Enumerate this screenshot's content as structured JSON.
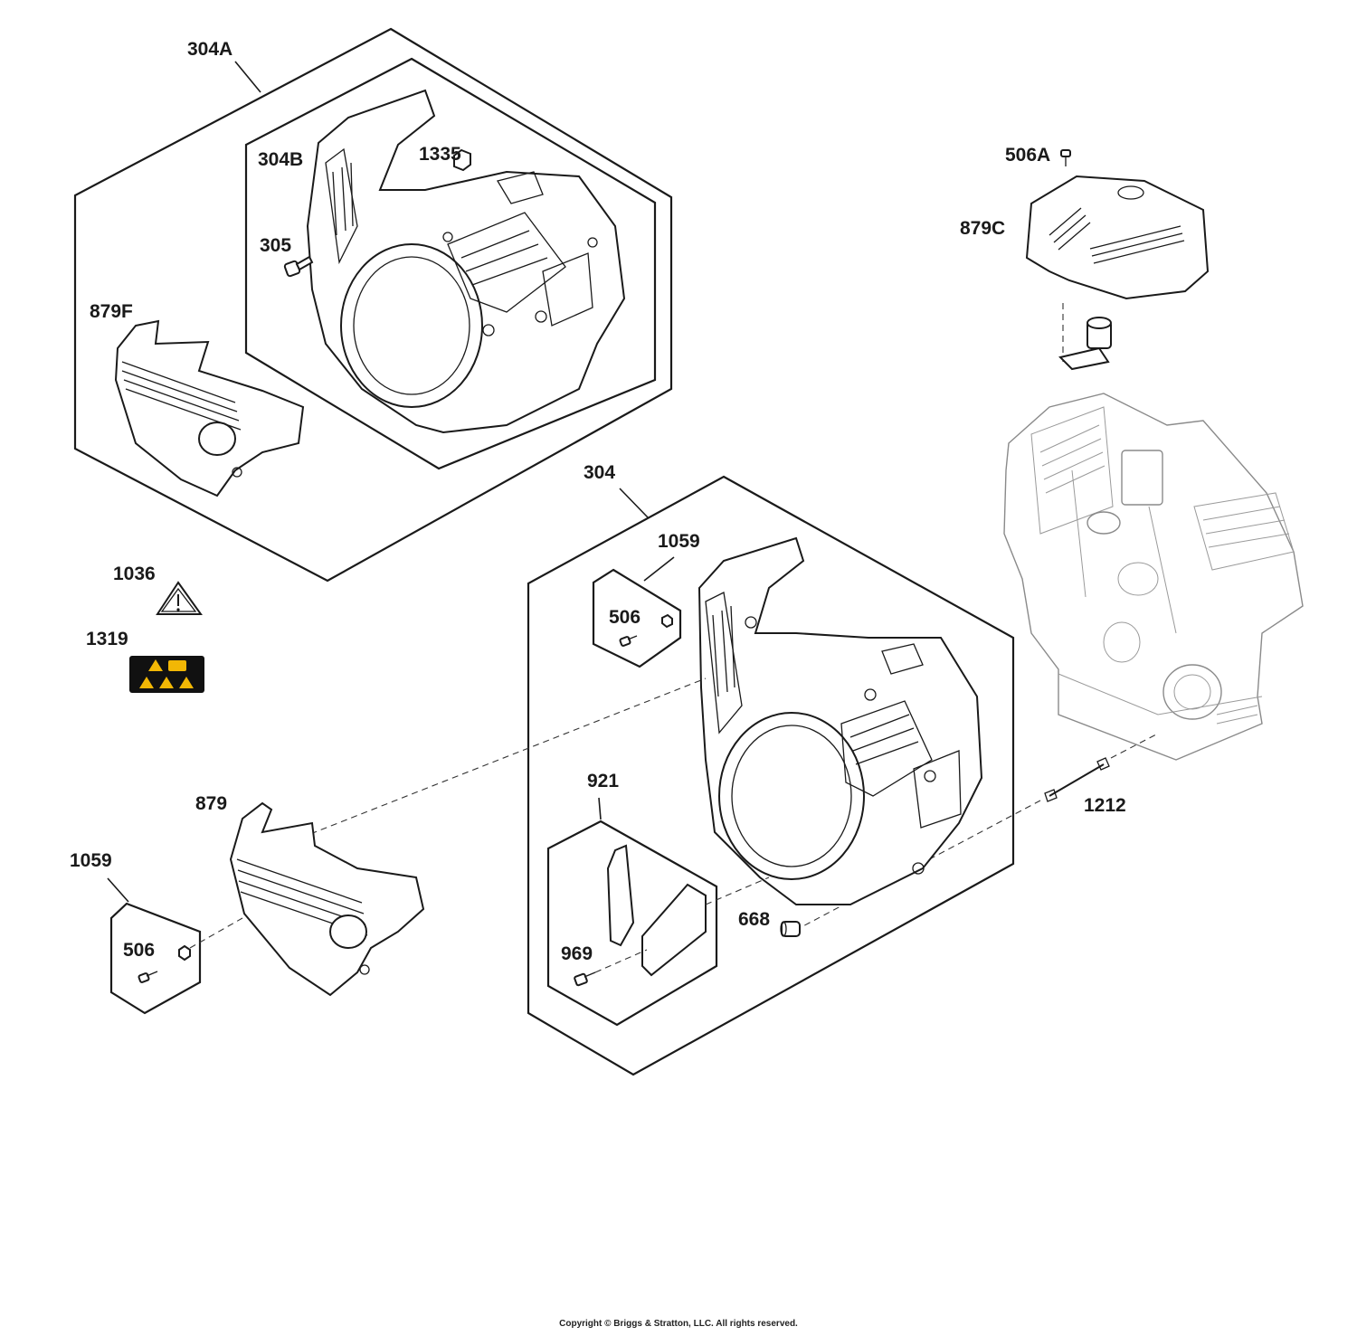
{
  "labels": {
    "l304A": "304A",
    "l304B": "304B",
    "l1335": "1335",
    "l305": "305",
    "l879F": "879F",
    "l506A": "506A",
    "l879C": "879C",
    "l304": "304",
    "l1059_top": "1059",
    "l506_top": "506",
    "l1036": "1036",
    "l1319": "1319",
    "l921": "921",
    "l969": "969",
    "l668": "668",
    "l1212": "1212",
    "l879": "879",
    "l1059_bottom": "1059",
    "l506_bottom": "506"
  },
  "copyright": "Copyright © Briggs & Stratton, LLC. All rights reserved.",
  "colors": {
    "line": "#1a1a1a",
    "engine_line": "#8a8a8a",
    "decal_bg": "#111111",
    "decal_icon": "#f2b705"
  }
}
